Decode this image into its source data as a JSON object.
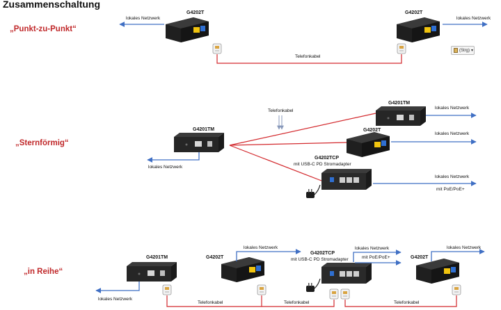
{
  "title": "Zusammenschaltung",
  "sections": {
    "p2p": "„Punkt-zu-Punkt“",
    "star": "„Sternförmig“",
    "row": "„in Reihe“"
  },
  "labels": {
    "lan": "lokales Netzwerk",
    "phone_cable": "Telefonkabel",
    "poe": "mit PoE/PoE+",
    "usbc": "mit USB-C PD Stromadapter"
  },
  "devices": {
    "g4202t": "G4202T",
    "g4201tm": "G4201TM",
    "g4202tcp": "G4202TCP"
  },
  "paste_chip": "(Strg)",
  "colors": {
    "phone_line": "#d3292d",
    "lan_arrow": "#3f6fc4",
    "section_title": "#c0282a",
    "device_body": "#2b2b2b",
    "rj45_yellow": "#f1c40f",
    "rj45_blue": "#2f6fd1"
  },
  "icons": [
    "rj11-connector-icon",
    "power-adapter-icon",
    "lan-arrow-icon",
    "paste-options-icon"
  ]
}
